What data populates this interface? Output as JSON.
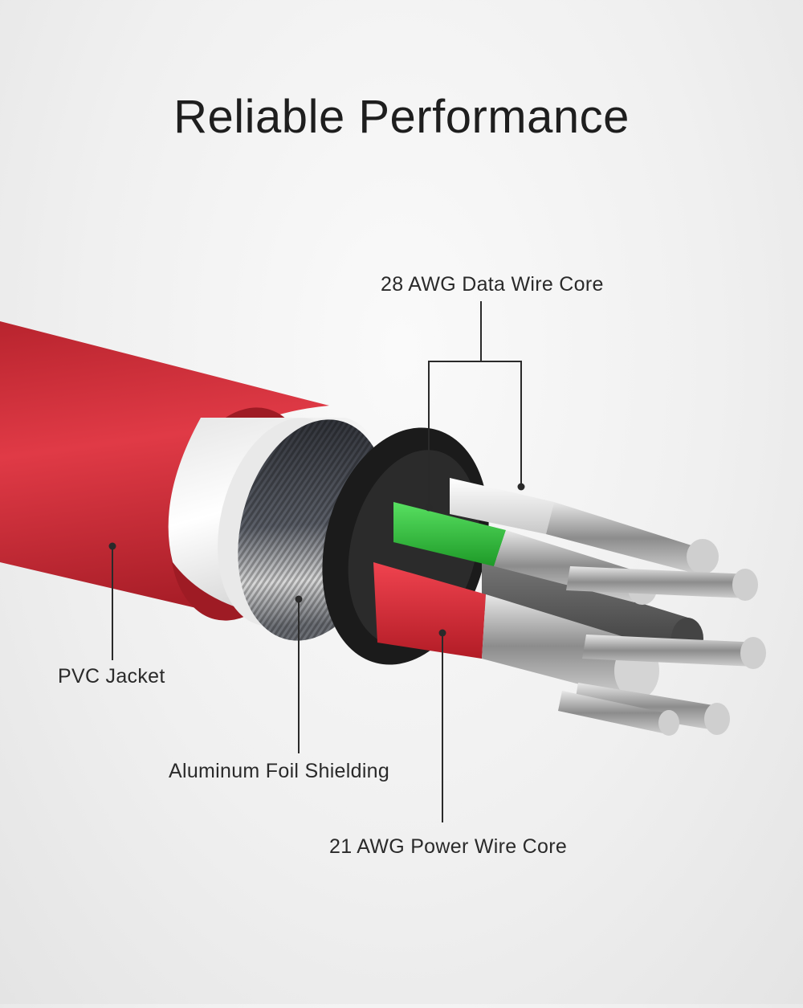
{
  "title": "Reliable Performance",
  "labels": {
    "data_wire": "28 AWG Data Wire Core",
    "pvc_jacket": "PVC Jacket",
    "foil_shielding": "Aluminum Foil Shielding",
    "power_wire": "21 AWG Power Wire Core"
  },
  "colors": {
    "jacket": "#d8323f",
    "insulation": "#f4f4f4",
    "braid": "#3a3d44",
    "inner_jacket": "#1c1c1c",
    "data_wire_white": "#eeeeee",
    "data_wire_green": "#2fbf3a",
    "power_wire_red": "#d82a35",
    "ground_wire": "#5a5a5a",
    "conductor": "#b7b7b7"
  }
}
